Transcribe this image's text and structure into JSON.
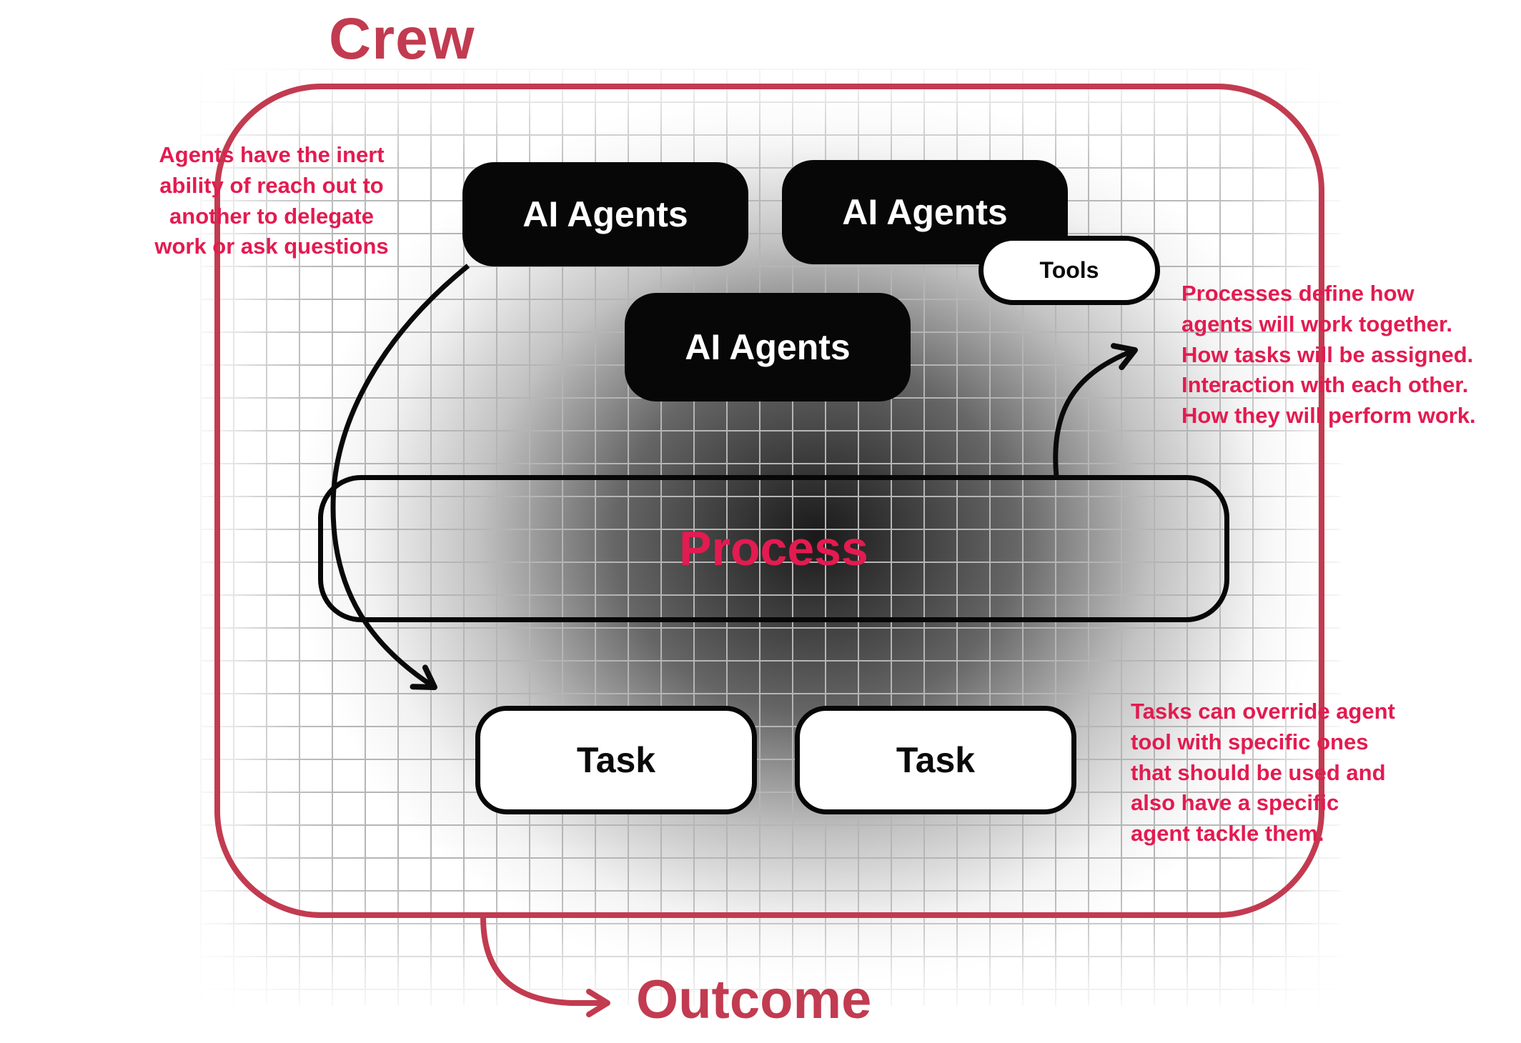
{
  "colors": {
    "primary_red": "#c23b50",
    "accent_pink": "#e31b50",
    "box_black": "#070707",
    "grid_line": "#b5b5b5"
  },
  "title": {
    "crew": "Crew",
    "outcome": "Outcome"
  },
  "nodes": {
    "agents1": "AI Agents",
    "agents2": "AI Agents",
    "agents3": "AI Agents",
    "tools": "Tools",
    "process": "Process",
    "task1": "Task",
    "task2": "Task"
  },
  "annotations": {
    "left": "Agents have the inert\nability of reach out to\nanother to delegate\nwork or ask questions",
    "right_top": "Processes define how\nagents will work together.\nHow tasks will be assigned.\nInteraction with each other.\nHow they will perform work.",
    "right_bottom": "Tasks can override agent\ntool with specific ones\nthat should be used and\nalso have a specific\nagent tackle them."
  }
}
